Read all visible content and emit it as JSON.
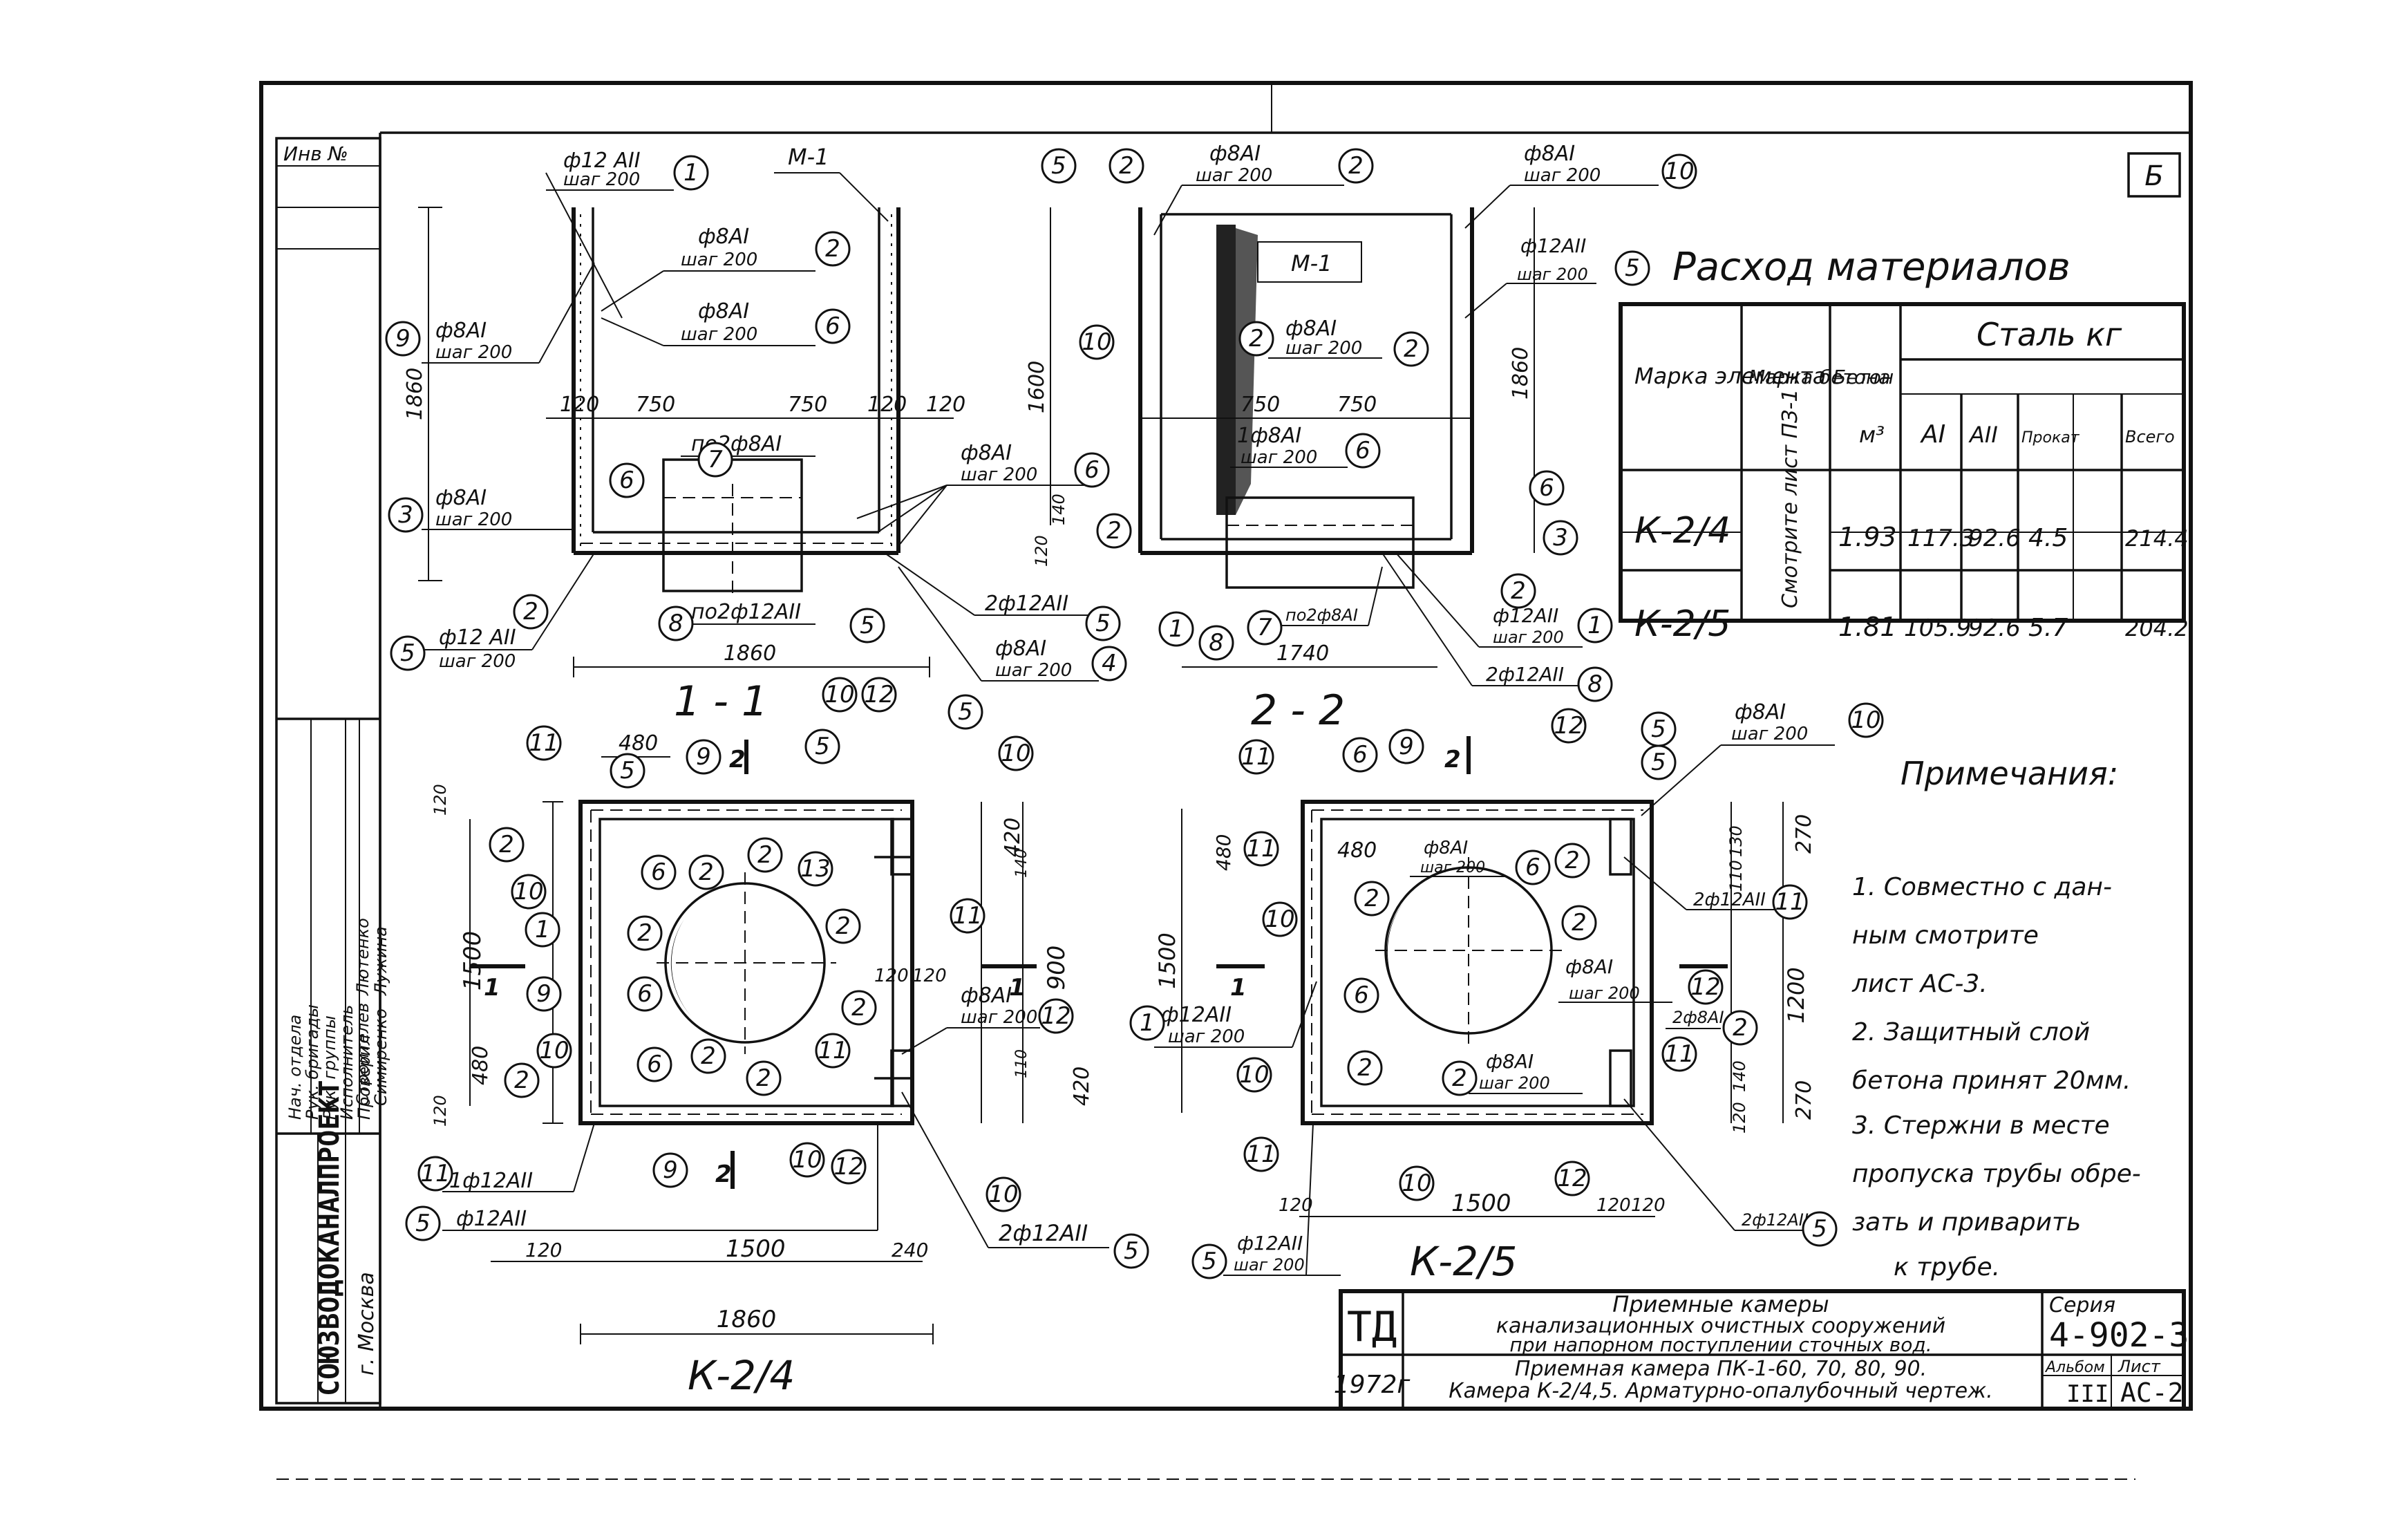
{
  "sheet": {
    "inv_label": "Инв №",
    "sheet_mark": "Б",
    "org_name": "СОЮЗВОДОКАНАЛПРОЕКТ",
    "city": "г. Москва"
  },
  "signatures": {
    "roles": [
      "Нач. отдела",
      "Рук. бригады",
      "Рук. группы",
      "Исполнитель",
      "Проверил"
    ],
    "names": [
      "Строителев",
      "Симиренко",
      "Лютенко",
      "Лужина"
    ]
  },
  "top_views": {
    "left_labels": {
      "phi12AII": "ф12 АII",
      "step200": "шаг 200",
      "M1": "М-1",
      "phi8AI": "ф8АI",
      "po2phi8AI": "по2ф8АI",
      "po2phi12AII": "по2ф12АII",
      "two_phi12AII": "2ф12АII",
      "dims": [
        "1860",
        "120",
        "750",
        "750",
        "120",
        "120",
        "1600",
        "140",
        "120",
        "1860"
      ]
    },
    "right_labels": {
      "phi8AI": "ф8АI",
      "step200": "шаг 200",
      "M1": "М-1",
      "phi12AII": "ф12АII",
      "one_phi8AI": "1ф8АI",
      "po2phi8AI": "по2ф8АI",
      "two_phi12AII": "2ф12АII",
      "dims": [
        "750",
        "750",
        "1860",
        "1740"
      ]
    }
  },
  "materials": {
    "title": "Расход материалов",
    "headers": {
      "element": "Марка элемента",
      "concrete_mark": "Марка бетона",
      "concrete": "Бетон",
      "concrete_unit": "м³",
      "steel": "Сталь кг",
      "ai": "АI",
      "aii": "АII",
      "prokat": "Прокат",
      "total": "Всего"
    },
    "see_note": "Смотрите лист ПЗ-1",
    "rows": [
      {
        "mark": "К-2/4",
        "concrete": "1.93",
        "ai": "117.3",
        "aii": "92.6",
        "prokat": "4.5",
        "total": "214.4"
      },
      {
        "mark": "К-2/5",
        "concrete": "1.81",
        "ai": "105.9",
        "aii": "92.6",
        "prokat": "5.7",
        "total": "204.2"
      }
    ]
  },
  "sections": {
    "s11": "1 - 1",
    "s22": "2 - 2",
    "k24": "К-2/4",
    "k25": "К-2/5",
    "left_dims": [
      "480",
      "1500",
      "480",
      "120",
      "120",
      "420",
      "900",
      "420",
      "140",
      "110",
      "120",
      "120",
      "1500",
      "240",
      "1860"
    ],
    "right_dims": [
      "480",
      "1500",
      "480",
      "130",
      "110",
      "270",
      "1200",
      "270",
      "140",
      "120",
      "120",
      "1500",
      "120",
      "120"
    ],
    "labels": {
      "one_phi12AII": "1ф12АII",
      "phi12AII": "ф12АII",
      "two_phi12AII": "2ф12АII",
      "phi8AI": "ф8АI",
      "step200": "шаг 200",
      "two_phi8AI": "2ф8АI",
      "phi12AII_s": "ф12АII",
      "cut1": "1",
      "cut2": "2"
    }
  },
  "notes": {
    "title": "Примечания:",
    "lines": [
      "1. Совместно с дан-",
      "ным смотрите",
      "лист АС-3.",
      "2. Защитный слой",
      "бетона принят 20мм.",
      "3. Стержни в месте",
      "пропуска трубы обре-",
      "зать и приварить",
      "к трубе."
    ]
  },
  "title_block": {
    "td": "ТД",
    "year": "1972г",
    "line1": "Приемные камеры",
    "line2": "канализационных очистных сооружений",
    "line3": "при напорном поступлении сточных вод.",
    "line4": "Приемная камера ПК-1-60, 70, 80, 90.",
    "line5": "Камера К-2/4,5. Арматурно-опалубочный чертеж.",
    "series_label": "Серия",
    "series": "4-902-3",
    "album_label": "Альбом",
    "album": "III",
    "sheet_label": "Лист",
    "sheet": "АС-2"
  }
}
